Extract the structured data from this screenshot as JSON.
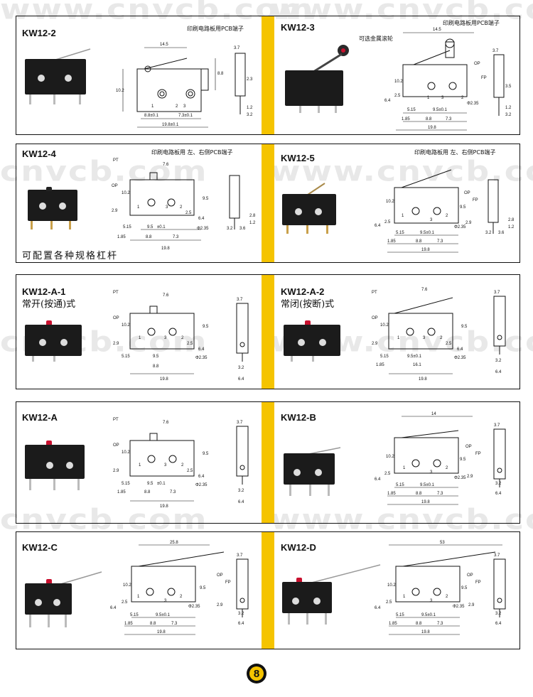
{
  "watermark": "www.cnvcb.com",
  "page_number": "8",
  "rows": [
    {
      "left": {
        "model": "KW12-2",
        "sub": "",
        "note": "印刷电路板用PCB端子",
        "option": "",
        "dims": [
          "14.5",
          "10.2",
          "8.8",
          "1",
          "2",
          "3",
          "8.8±0.1",
          "7.3±0.1",
          "19.8±0.1",
          "3.7",
          "2.3",
          "1.2",
          "3.2"
        ]
      },
      "right": {
        "model": "KW12-3",
        "sub": "",
        "note": "印刷电路板用PCB端子",
        "option": "可选金属滚轮",
        "dims": [
          "14.5",
          "10.2",
          "OP",
          "FP",
          "2.5",
          "6.4",
          "1",
          "2",
          "3",
          "5.15",
          "9.5±0.1",
          "1.85",
          "8.8",
          "7.3",
          "19.8",
          "Φ2.35",
          "3.7",
          "3.5",
          "1.2",
          "3.2"
        ]
      }
    },
    {
      "left": {
        "model": "KW12-4",
        "sub": "可配置各种规格杠杆",
        "note": "印刷电路板用 左、右侧PCB端子",
        "option": "",
        "dims": [
          "PT",
          "7.6",
          "OP",
          "10.2",
          "2.9",
          "1",
          "2",
          "3",
          "2.5",
          "9.5",
          "6.4",
          "5.15",
          "9.5",
          "±0.1",
          "1.85",
          "8.8",
          "7.3",
          "19.8",
          "Φ2.35",
          "3.2",
          "3.6",
          "2.8",
          "1.2"
        ]
      },
      "right": {
        "model": "KW12-5",
        "sub": "",
        "note": "印刷电路板用 左、右侧PCB端子",
        "option": "",
        "dims": [
          "10.2",
          "OP",
          "FP",
          "2.9",
          "6.4",
          "2.5",
          "1",
          "2",
          "3",
          "9.5",
          "5.15",
          "9.5±0.1",
          "1.85",
          "8.8",
          "7.3",
          "19.8",
          "Φ2.35",
          "3.2",
          "3.6",
          "2.8",
          "1.2"
        ]
      }
    },
    {
      "left": {
        "model": "KW12-A-1",
        "sub": "常开(按通)式",
        "note": "",
        "option": "",
        "dims": [
          "PT",
          "7.6",
          "OP",
          "10.2",
          "2.9",
          "1",
          "2",
          "3",
          "2.5",
          "9.5",
          "6.4",
          "5.15",
          "9.5",
          "8.8",
          "19.8",
          "Φ2.35",
          "3.7",
          "3.2",
          "6.4"
        ]
      },
      "right": {
        "model": "KW12-A-2",
        "sub": "常闭(按断)式",
        "note": "",
        "option": "",
        "dims": [
          "PT",
          "7.6",
          "OP",
          "10.2",
          "2.9",
          "1",
          "2",
          "3",
          "2.5",
          "9.5",
          "6.4",
          "5.15",
          "9.5±0.1",
          "1.85",
          "16.1",
          "19.8",
          "Φ2.35",
          "3.7",
          "3.2",
          "6.4"
        ]
      }
    },
    {
      "left": {
        "model": "KW12-A",
        "sub": "",
        "note": "",
        "option": "",
        "dims": [
          "PT",
          "7.6",
          "OP",
          "10.2",
          "2.9",
          "1",
          "2",
          "3",
          "2.5",
          "9.5",
          "6.4",
          "5.15",
          "9.5",
          "±0.1",
          "1.85",
          "8.8",
          "7.3",
          "19.8",
          "Φ2.35",
          "3.7",
          "3.2",
          "6.4"
        ]
      },
      "right": {
        "model": "KW12-B",
        "sub": "",
        "note": "",
        "option": "",
        "dims": [
          "14",
          "10.2",
          "OP",
          "FP",
          "2.9",
          "6.4",
          "2.5",
          "1",
          "2",
          "3",
          "9.5",
          "5.15",
          "9.5±0.1",
          "1.85",
          "8.8",
          "7.3",
          "19.8",
          "Φ2.35",
          "3.7",
          "3.2",
          "6.4"
        ]
      }
    },
    {
      "left": {
        "model": "KW12-C",
        "sub": "",
        "note": "",
        "option": "",
        "dims": [
          "25.8",
          "10.2",
          "OP",
          "FP",
          "2.9",
          "6.4",
          "2.5",
          "1",
          "2",
          "3",
          "9.5",
          "5.15",
          "9.5±0.1",
          "1.85",
          "8.8",
          "7.3",
          "19.8",
          "Φ2.35",
          "3.7",
          "3.2",
          "6.4"
        ]
      },
      "right": {
        "model": "KW12-D",
        "sub": "",
        "note": "",
        "option": "",
        "dims": [
          "53",
          "10.2",
          "OP",
          "FP",
          "2.9",
          "6.4",
          "2.5",
          "1",
          "2",
          "3",
          "9.5",
          "5.15",
          "9.5±0.1",
          "1.85",
          "8.8",
          "7.3",
          "19.8",
          "Φ2.35",
          "3.7",
          "3.2",
          "6.4"
        ]
      }
    }
  ]
}
